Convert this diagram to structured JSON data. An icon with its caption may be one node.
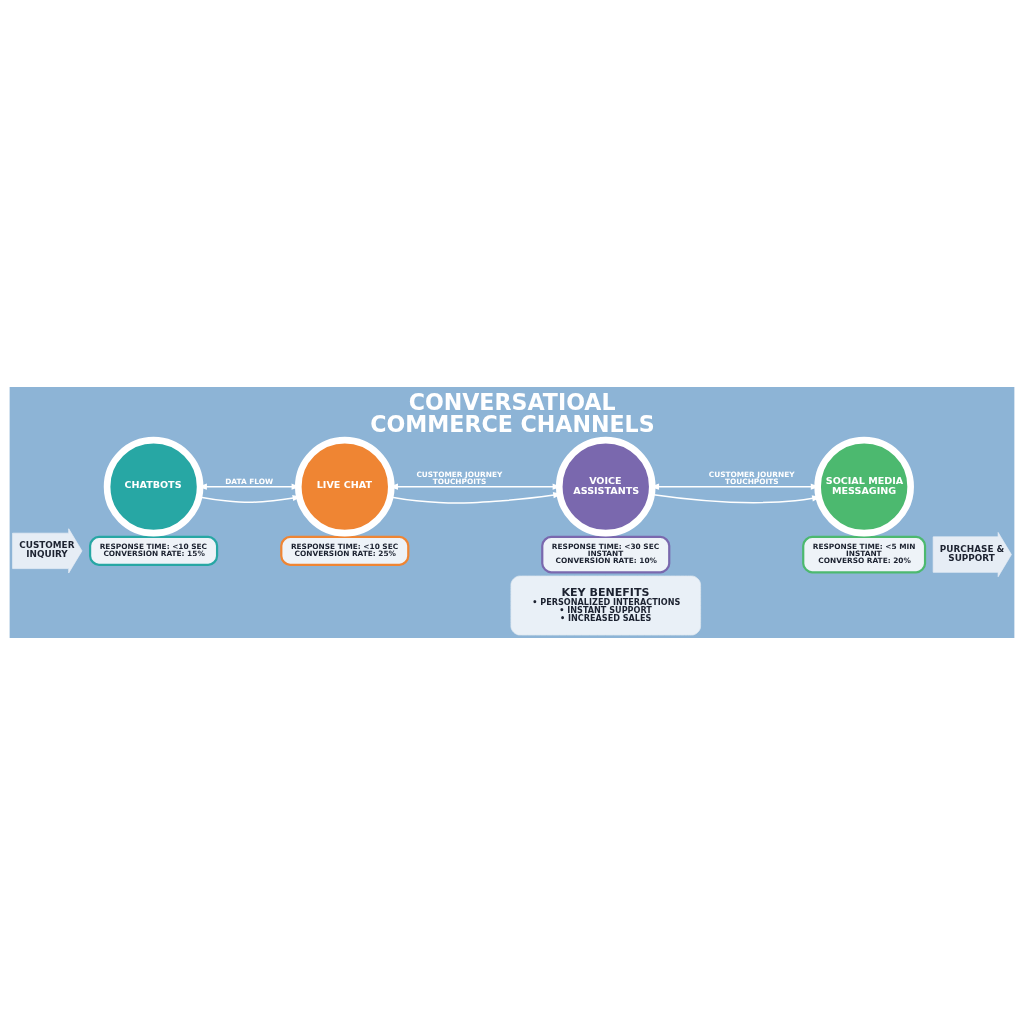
{
  "diagram": {
    "title": "CONVERSATIOAL COMMERCE CHANNELS",
    "nodes": [
      {
        "text": [
          "CUSTOMER INQUIRY"
        ]
      },
      {
        "text": [
          "CHATBOTS"
        ]
      },
      {
        "text": [
          "LIVE CHAT"
        ]
      },
      {
        "text": [
          "VOICE ASSISTANTS"
        ]
      },
      {
        "text": [
          "SOCIAL MEDIA MESSAGING"
        ]
      },
      {
        "text": [
          "PURCHASE & SUPPORT"
        ]
      },
      {
        "text": [
          "RESPONSE TIME: <10 SEC",
          "CONVERSION RATE: 15%"
        ]
      },
      {
        "text": [
          "RESPONSE TIME: <10 SEC",
          "CONVERSION RATE: 25%"
        ]
      },
      {
        "text": [
          "RESPONSE TIME: <30 SEC",
          "INSTANT",
          "CONVERSION RATE: 10%"
        ]
      },
      {
        "text": [
          "RESPONSE TIME: <5 MIN",
          "INSTANT",
          "CONVERSO RATE: 20%"
        ]
      },
      {
        "text": [
          "KEY BENEFITS",
          "• PERSONALIZED INTERACTIONS",
          "• INSTANT SUPPORT",
          "• INCREASED SALES"
        ]
      }
    ],
    "edges": [
      {
        "from": 1,
        "to": 2,
        "arrow": "both",
        "label": "DATA FLOW"
      },
      {
        "from": 2,
        "to": 3,
        "arrow": "both",
        "label": "CUSTOMER JOURNEY TOUCHPOITS"
      },
      {
        "from": 3,
        "to": 4,
        "arrow": "both",
        "label": "CUSTOMER JOURNEY TOUCHPOITS"
      },
      {
        "from": 1,
        "to": 2,
        "arrow": "to"
      },
      {
        "from": 2,
        "to": 3,
        "arrow": "to"
      },
      {
        "from": 3,
        "to": 4,
        "arrow": "to"
      }
    ]
  }
}
